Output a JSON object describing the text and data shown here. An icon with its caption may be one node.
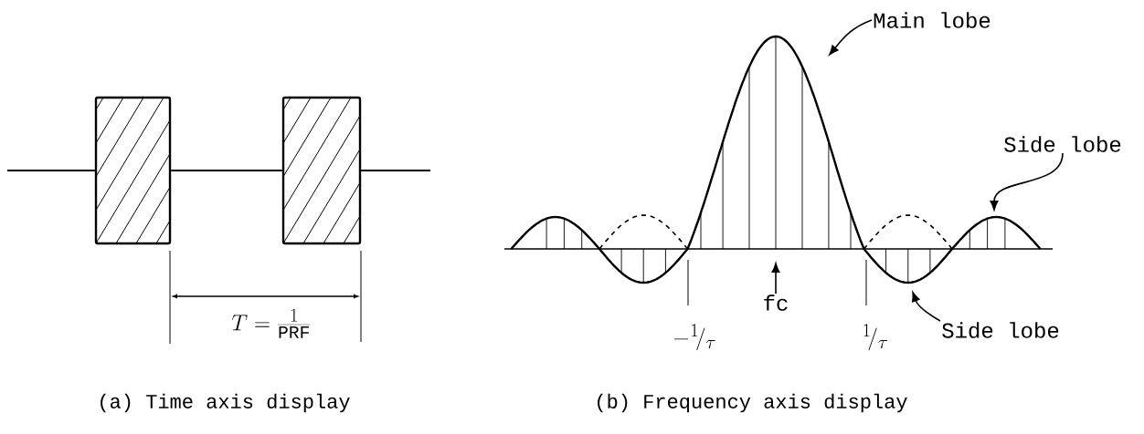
{
  "diagram": {
    "nodes": [
      {
        "text": [],
        "shape": "box"
      },
      {
        "text": [],
        "shape": "box"
      },
      {
        "text": [
          "Main lobe"
        ]
      },
      {
        "text": [
          "Side lobe"
        ]
      },
      {
        "text": [
          "Side lobe"
        ]
      },
      {
        "text": [
          "fc"
        ]
      }
    ],
    "edges": [
      {
        "from": 0,
        "to": 1,
        "arrow": "none"
      },
      {
        "from": 2,
        "to": null,
        "arrow": "to"
      },
      {
        "from": 3,
        "to": null,
        "arrow": "to"
      },
      {
        "from": 4,
        "to": null,
        "arrow": "to"
      },
      {
        "from": 5,
        "to": null,
        "arrow": "to"
      }
    ],
    "labels": [
      "T=\\frac{1}{\\mathrm{PRF}}",
      "-{}^{1}\\!/_{\\tau}",
      "{}^{1}\\!/_{\\tau}",
      "(a) Time axis display",
      "(b) Frequency axis display"
    ]
  }
}
